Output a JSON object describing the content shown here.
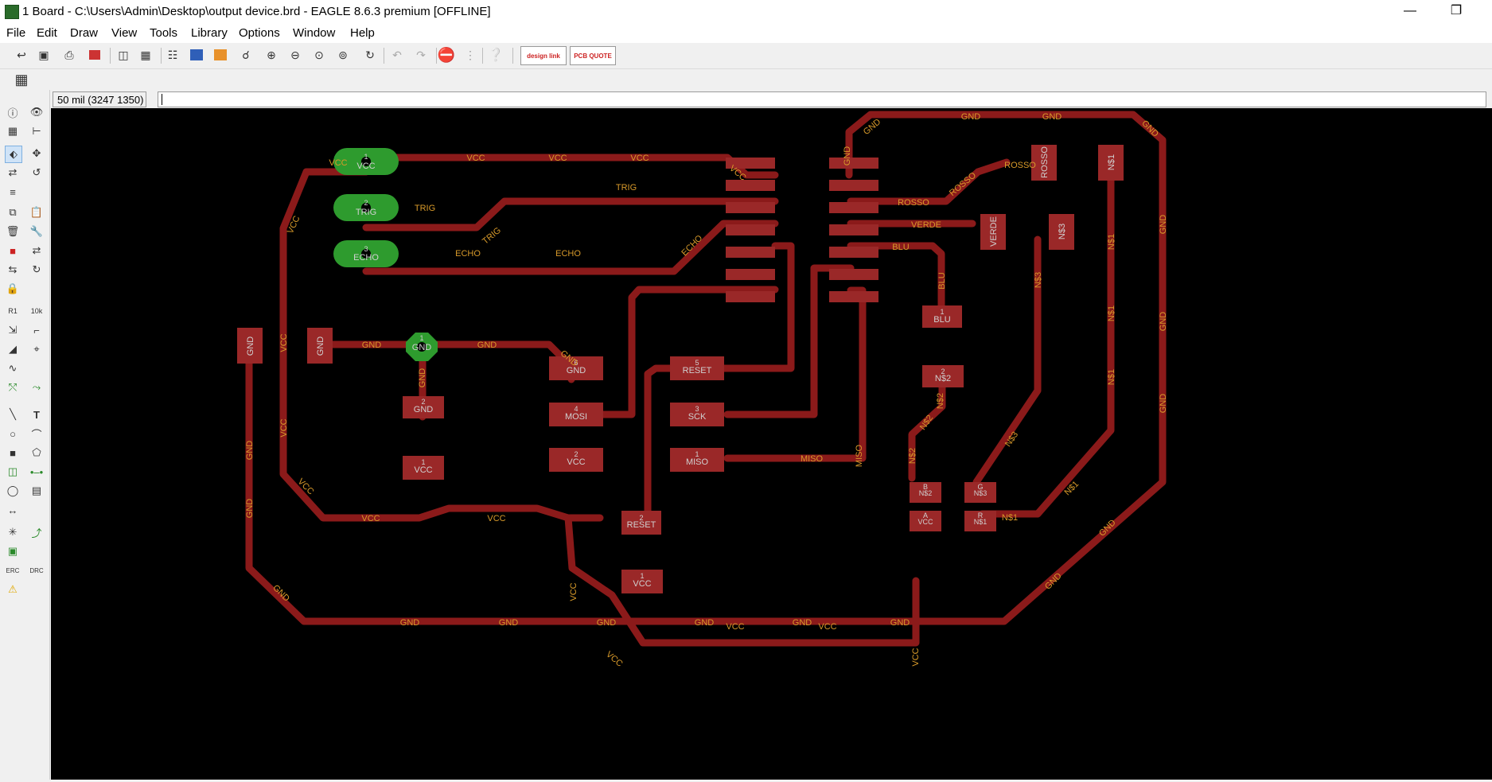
{
  "window": {
    "title": "1 Board - C:\\Users\\Admin\\Desktop\\output device.brd - EAGLE 8.6.3 premium [OFFLINE]"
  },
  "menu": [
    "File",
    "Edit",
    "Draw",
    "View",
    "Tools",
    "Library",
    "Options",
    "Window",
    "Help"
  ],
  "toolbar": {
    "design_link": "design link",
    "pcb_quote": "PCB QUOTE"
  },
  "status": {
    "grid": "50 mil (3247 1350)",
    "command_placeholder": ""
  },
  "colors": {
    "trace": "#8b1a1a",
    "pad": "#9a2828",
    "via": "#2e9b2e",
    "label": "#d89a2a",
    "text": "#d0d0d0"
  },
  "net_labels": {
    "vcc": "VCC",
    "trig": "TRIG",
    "echo": "ECHO",
    "gnd": "GND",
    "rosso": "ROSSO",
    "verde": "VERDE",
    "blu": "BLU",
    "miso": "MISO",
    "reset": "RESET",
    "mosi": "MOSI",
    "sck": "SCK",
    "n1": "N$1",
    "n2": "N$2",
    "n3": "N$3"
  },
  "pads": {
    "vcc": "VCC",
    "trig": "TRIG",
    "echo": "ECHO",
    "gnd": "GND",
    "rosso": "ROSSO",
    "verde": "VERDE",
    "blu": "BLU",
    "n1": "N$1",
    "n2": "N$2",
    "n3": "N$3",
    "reset": "RESET",
    "mosi": "MOSI",
    "sck": "SCK",
    "miso": "MISO",
    "b_n2": "N$2",
    "g_n3": "N$3",
    "r_n1": "N$1",
    "a_vcc": "VCC",
    "num1": "1",
    "num2": "2",
    "num3": "3",
    "num4": "4",
    "num5": "5",
    "num6": "6",
    "letterB": "B",
    "letterG": "G",
    "letterR": "R",
    "letterA": "A"
  }
}
